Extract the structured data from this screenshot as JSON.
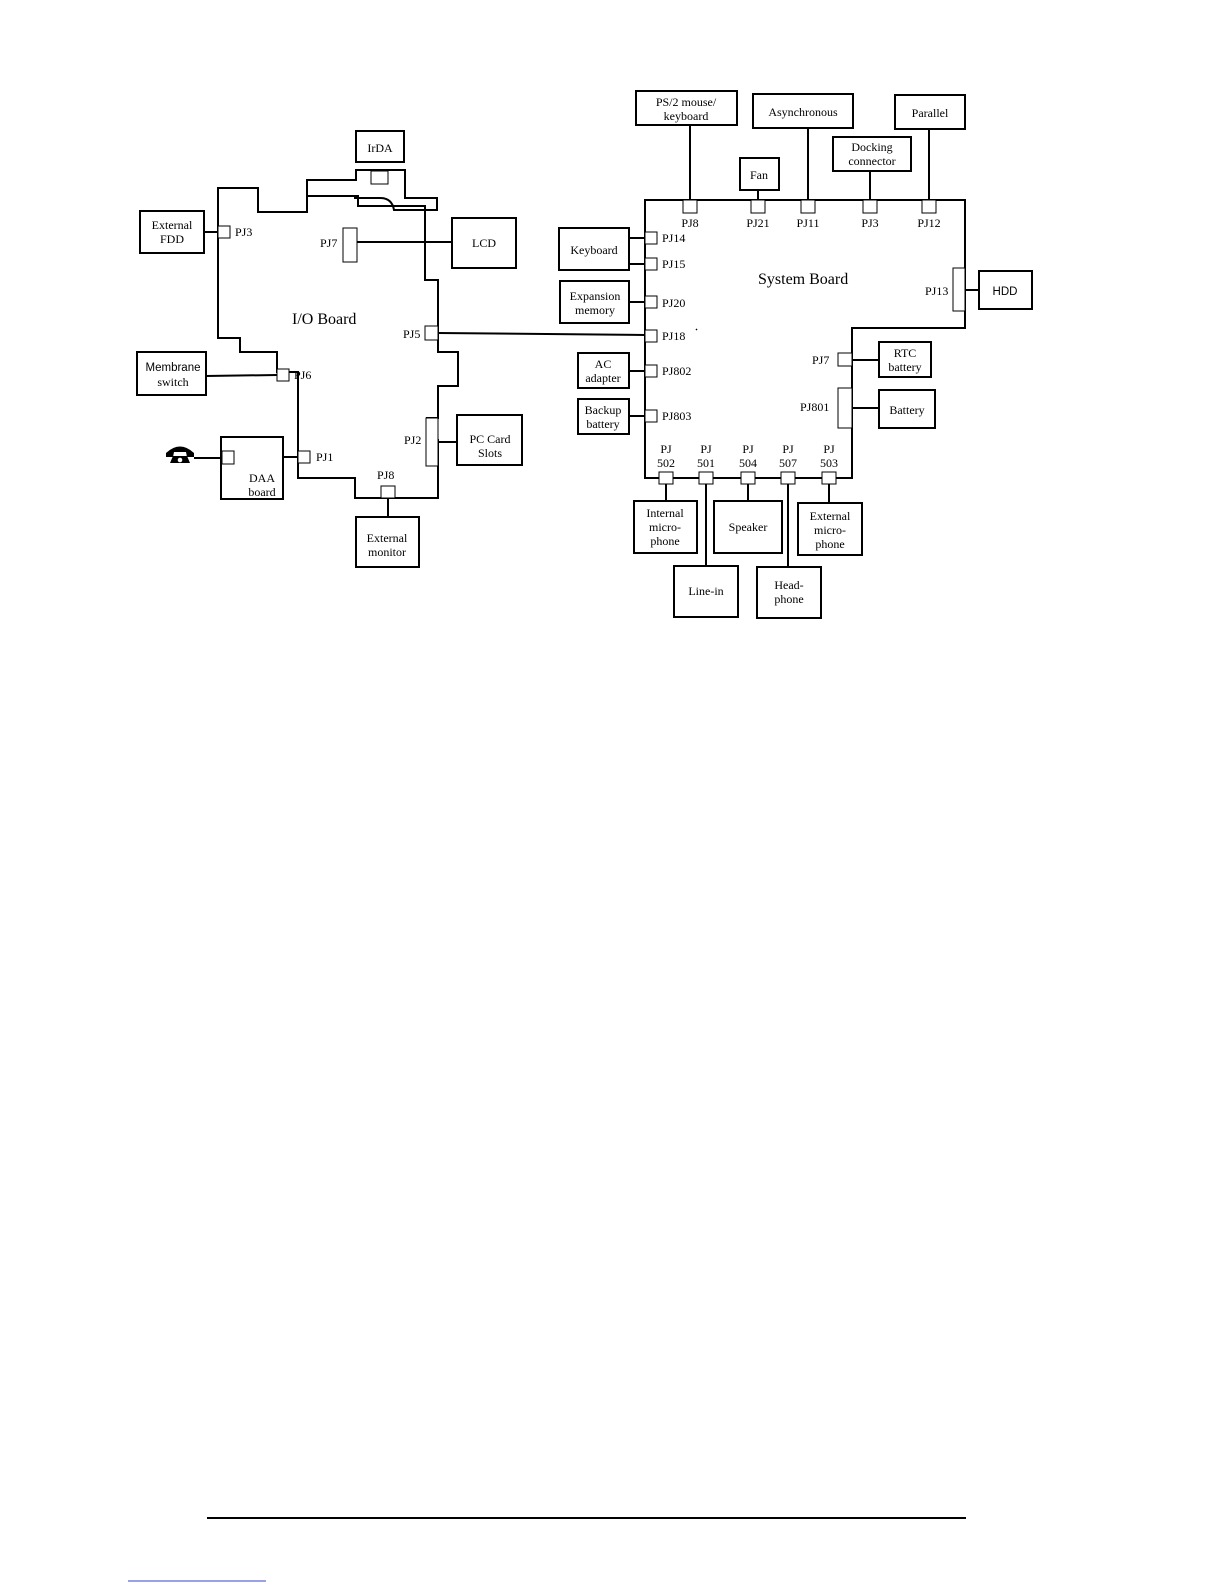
{
  "io_board": {
    "title": "I/O Board",
    "connectors": {
      "pj3": "PJ3",
      "pj7": "PJ7",
      "pj5": "PJ5",
      "pj6": "PJ6",
      "pj2": "PJ2",
      "pj1": "PJ1",
      "pj8": "PJ8"
    },
    "devices": {
      "irda": "IrDA",
      "ext_fdd": [
        "External",
        "FDD"
      ],
      "lcd": "LCD",
      "membrane": [
        "Membrane",
        "switch"
      ],
      "daa": [
        "DAA",
        "board"
      ],
      "pc_card": [
        "PC Card",
        "Slots"
      ],
      "ext_monitor": [
        "External",
        "monitor"
      ]
    }
  },
  "system_board": {
    "title": "System Board",
    "connectors": {
      "pj8": "PJ8",
      "pj21": "PJ21",
      "pj11": "PJ11",
      "pj3": "PJ3",
      "pj12": "PJ12",
      "pj14": "PJ14",
      "pj15": "PJ15",
      "pj20": "PJ20",
      "pj18": "PJ18",
      "pj802": "PJ802",
      "pj803": "PJ803",
      "pj13": "PJ13",
      "pj7": "PJ7",
      "pj801": "PJ801",
      "pj502": [
        "PJ",
        "502"
      ],
      "pj501": [
        "PJ",
        "501"
      ],
      "pj504": [
        "PJ",
        "504"
      ],
      "pj507": [
        "PJ",
        "507"
      ],
      "pj503": [
        "PJ",
        "503"
      ]
    },
    "devices": {
      "ps2": [
        "PS/2 mouse/",
        "keyboard"
      ],
      "async": "Asynchronous",
      "parallel": "Parallel",
      "fan": "Fan",
      "docking": [
        "Docking",
        "connector"
      ],
      "keyboard": "Keyboard",
      "exp_memory": [
        "Expansion",
        "memory"
      ],
      "ac_adapter": [
        "AC",
        "adapter"
      ],
      "backup_battery": [
        "Backup",
        "battery"
      ],
      "hdd": "HDD",
      "rtc_battery": [
        "RTC",
        "battery"
      ],
      "battery": "Battery",
      "int_mic": [
        "Internal",
        "micro-",
        "phone"
      ],
      "speaker": "Speaker",
      "ext_mic": [
        "External",
        "micro-",
        "phone"
      ],
      "line_in": "Line-in",
      "headphone": [
        "Head-",
        "phone"
      ]
    }
  }
}
